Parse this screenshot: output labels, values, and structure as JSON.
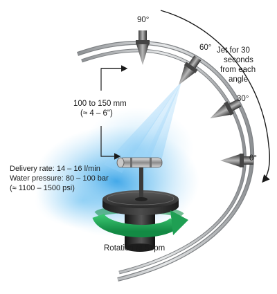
{
  "angles": {
    "a90": "90°",
    "a60": "60°",
    "a30": "30°",
    "a0": "0°"
  },
  "duration_note": [
    "Jet for 30",
    "seconds",
    "from each",
    "angle"
  ],
  "distance": {
    "metric": "100 to 150 mm",
    "imperial": "(≈ 4 – 6\")"
  },
  "specs": {
    "delivery_rate": "Delivery rate: 14 – 16 l/min",
    "water_pressure": "Water pressure: 80 – 100 bar",
    "pressure_psi": "(≈ 1100 – 1500 psi)"
  },
  "rotation": "Rotation at 5 rpm",
  "colors": {
    "jet_blue": "#3fa9e8",
    "arrow_green": "#1faa57",
    "turntable_dark": "#2b2b2b",
    "rail_silver": "#b9bcbf"
  }
}
